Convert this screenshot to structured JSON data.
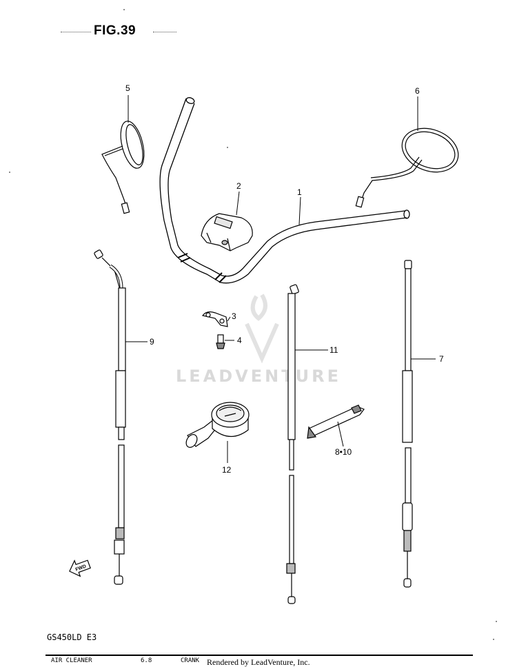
{
  "figure": {
    "title": "FIG.39"
  },
  "model": "GS450LD  E3",
  "watermark": "LEADVENTURE",
  "footer": {
    "left": "AIR CLEANER",
    "mid": "6.8",
    "mid2": "CRANK",
    "rendered": "Rendered by LeadVenture, Inc."
  },
  "fwd_label": "FWD",
  "parts": [
    {
      "id": "1",
      "label": "1"
    },
    {
      "id": "2",
      "label": "2"
    },
    {
      "id": "3",
      "label": "3"
    },
    {
      "id": "4",
      "label": "4"
    },
    {
      "id": "5",
      "label": "5"
    },
    {
      "id": "6",
      "label": "6"
    },
    {
      "id": "7",
      "label": "7"
    },
    {
      "id": "8-10",
      "label": "8•10"
    },
    {
      "id": "9",
      "label": "9"
    },
    {
      "id": "11",
      "label": "11"
    },
    {
      "id": "12",
      "label": "12"
    }
  ]
}
